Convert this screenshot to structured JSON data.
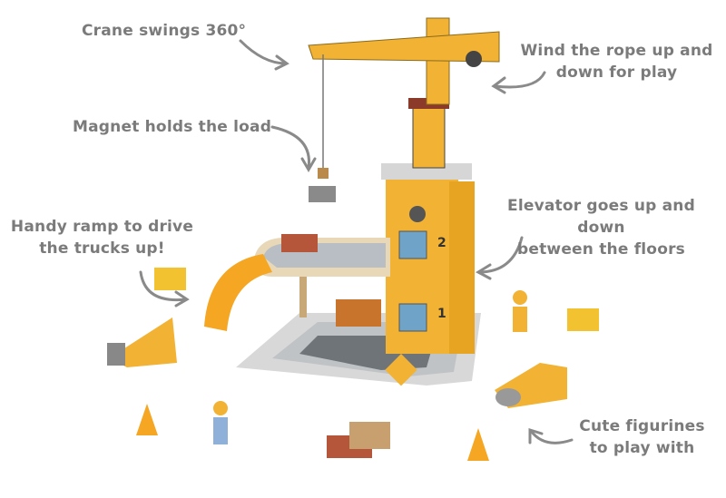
{
  "callouts": {
    "crane": "Crane swings 360°",
    "rope_line1": "Wind the rope up and",
    "rope_line2": "down for play",
    "magnet": "Magnet holds the load",
    "elevator_line1": "Elevator goes up and down",
    "elevator_line2": "between the floors",
    "ramp_line1": "Handy ramp to drive",
    "ramp_line2": "the trucks up!",
    "figurines_line1": "Cute figurines",
    "figurines_line2": "to play with"
  },
  "floor_numbers": {
    "floor1": "1",
    "floor2": "2"
  },
  "colors": {
    "text": "#7b7b7b",
    "toy_yellow": "#f2b233",
    "ramp": "#f5a623",
    "base": "#d9d9d9"
  }
}
